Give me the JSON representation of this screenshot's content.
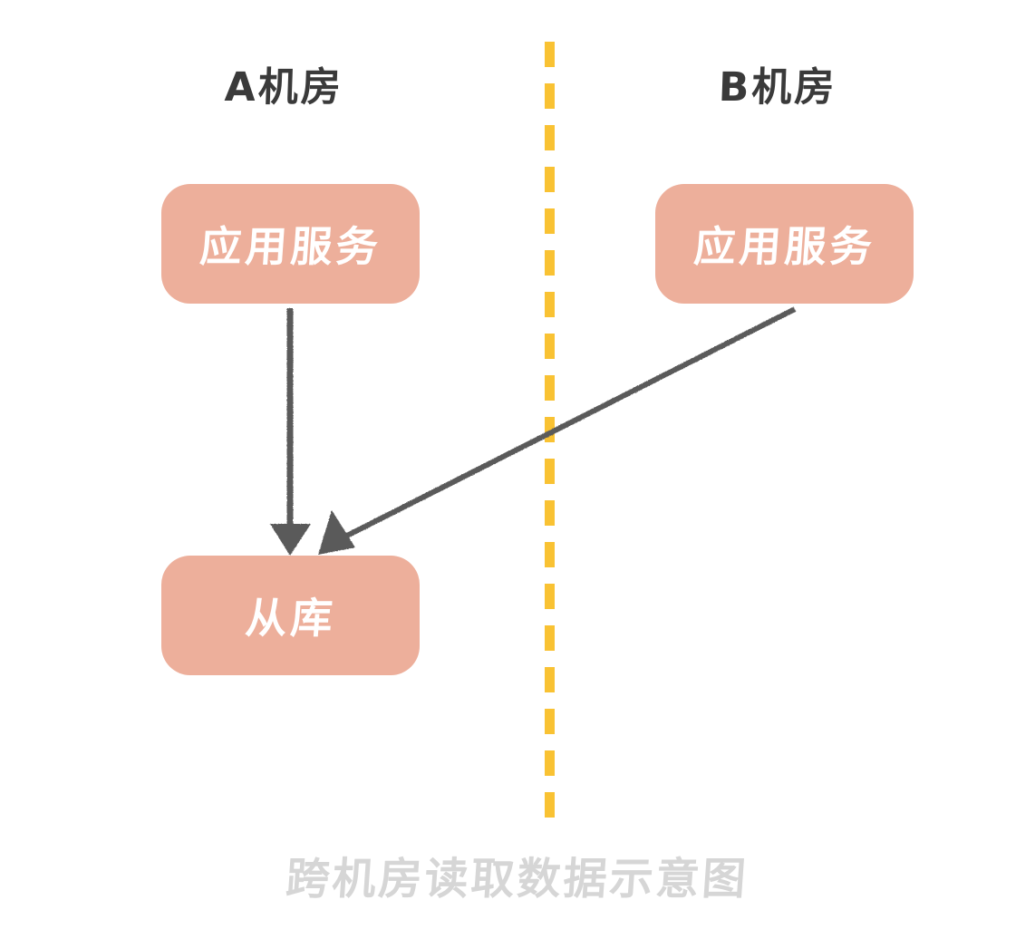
{
  "diagram": {
    "caption": "跨机房读取数据示意图",
    "background_color": "#FFFFFF",
    "zones": [
      {
        "id": "a",
        "title": "A机房",
        "title_color": "#3A3A3A"
      },
      {
        "id": "b",
        "title": "B机房",
        "title_color": "#3A3A3A"
      }
    ],
    "divider": {
      "name": "zone-divider",
      "color": "#F9C233",
      "style": "dashed",
      "orientation": "vertical"
    },
    "nodes": [
      {
        "id": "app-a",
        "label": "应用服务",
        "zone": "a",
        "fill_color": "#EDAF9B",
        "text_color": "#FFFFFF"
      },
      {
        "id": "app-b",
        "label": "应用服务",
        "zone": "b",
        "fill_color": "#EDAF9B",
        "text_color": "#FFFFFF"
      },
      {
        "id": "slave-db",
        "label": "从库",
        "zone": "a",
        "fill_color": "#EDAF9B",
        "text_color": "#FFFFFF"
      }
    ],
    "edges": [
      {
        "id": "edge-app-a-to-slave",
        "from": "app-a",
        "to": "slave-db",
        "color": "#555555",
        "crosses_divider": "false"
      },
      {
        "id": "edge-app-b-to-slave",
        "from": "app-b",
        "to": "slave-db",
        "color": "#555555",
        "crosses_divider": "true"
      }
    ],
    "caption_color": "#D6D6D6"
  }
}
